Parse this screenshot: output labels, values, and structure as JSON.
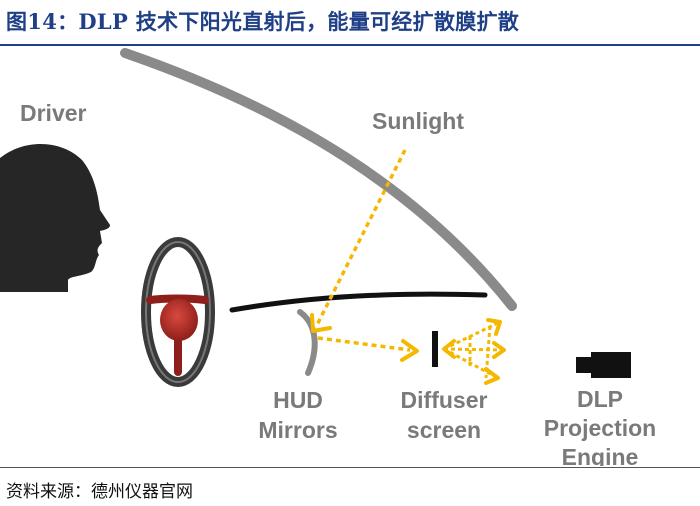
{
  "title": "图14：DLP 技术下阳光直射后，能量可经扩散膜扩散",
  "source": "资料来源：德州仪器官网",
  "labels": {
    "driver": "Driver",
    "sunlight": "Sunlight",
    "hud_line1": "HUD",
    "hud_line2": "Mirrors",
    "diffuser_line1": "Diffuser",
    "diffuser_line2": "screen",
    "dlp_line1": "DLP",
    "dlp_line2": "Projection",
    "dlp_line3": "Engine"
  },
  "colors": {
    "title": "#1f3f86",
    "label": "#7a7a7a",
    "light_ray": "#f5b800",
    "windshield": "#8a8a8a",
    "steering_hub": "#b5302a",
    "dark": "#222222"
  }
}
